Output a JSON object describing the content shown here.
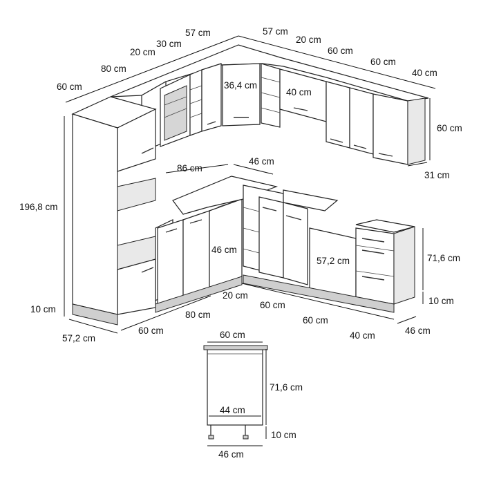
{
  "diagram": {
    "labels": {
      "upper_depth_left": "57 cm",
      "upper_w30": "30 cm",
      "upper_w20_left": "20 cm",
      "upper_w80": "80 cm",
      "upper_w60_left": "60 cm",
      "upper_depth_right": "57 cm",
      "upper_w20_right": "20 cm",
      "upper_w60_right_a": "60 cm",
      "upper_w60_right_b": "60 cm",
      "upper_w40_right": "40 cm",
      "upper_corner_width": "36,4 cm",
      "upper_corner_40": "40 cm",
      "upper_height": "60 cm",
      "upper_depth": "31 cm",
      "tall_height": "196,8 cm",
      "plinth_left": "10 cm",
      "tall_depth": "57,2 cm",
      "base_w60_left": "60 cm",
      "base_w80": "80 cm",
      "base_corner_86": "86 cm",
      "base_corner_46": "46 cm",
      "base_corner_inner_46": "46 cm",
      "base_w20": "20 cm",
      "base_w60_a": "60 cm",
      "base_w60_b": "60 cm",
      "base_w40": "40 cm",
      "base_inner_572": "57,2 cm",
      "base_height": "71,6 cm",
      "plinth_right": "10 cm",
      "base_depth_right": "46 cm",
      "detail_width": "60 cm",
      "detail_height": "71,6 cm",
      "detail_inner": "44 cm",
      "detail_plinth": "10 cm",
      "detail_depth": "46 cm"
    }
  }
}
